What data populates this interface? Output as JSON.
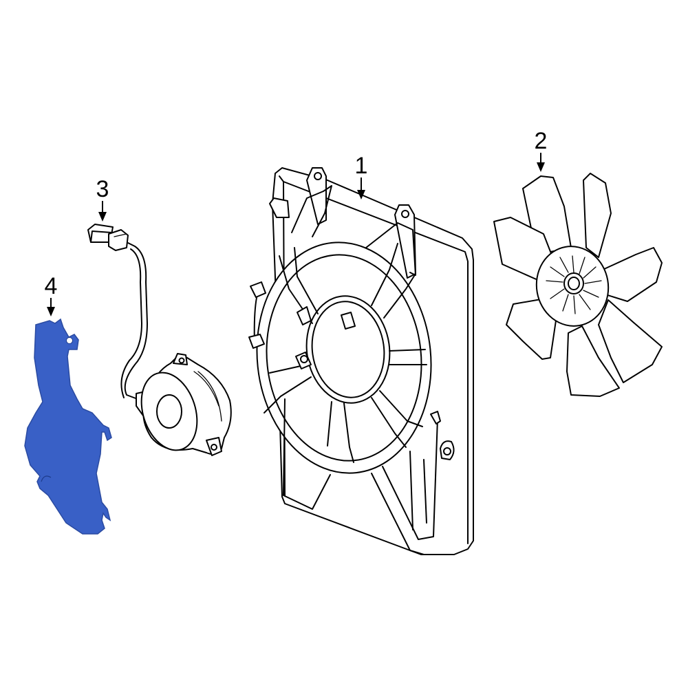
{
  "colors": {
    "highlight": "#3960C6",
    "line": "#000000",
    "background": "#FFFFFF"
  },
  "callouts": {
    "shroud": "1",
    "fan_blade": "2",
    "fan_motor": "3",
    "motor_cover": "4"
  }
}
